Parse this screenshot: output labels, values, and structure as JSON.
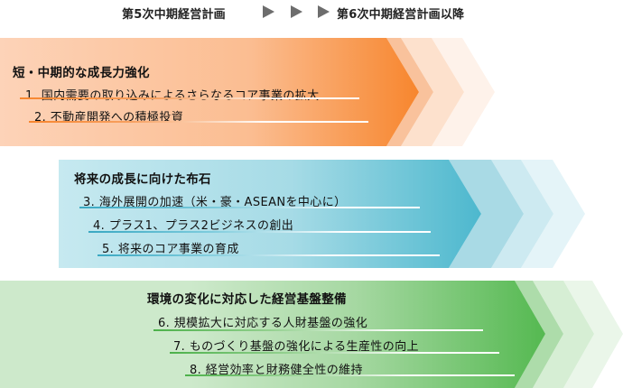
{
  "header": {
    "from_label": "第5次中期経営計画",
    "to_label": "第6次中期経営計画以降",
    "arrow_icon": "play-triangle-icon",
    "arrow_count": 3,
    "arrow_color": "#6d6d6d"
  },
  "sections": [
    {
      "title": "短・中期的な成長力強化",
      "color": "#f7943e",
      "light_color": "#fdd3b8",
      "items": [
        {
          "label": "1.  国内需要の取り込みによるさらなるコア事業の拡大"
        },
        {
          "label": "2.  不動産開発への積極投資"
        }
      ]
    },
    {
      "title": "将来の成長に向けた布石",
      "color": "#4dbad0",
      "light_color": "#bfe6ee",
      "items": [
        {
          "label": "3.  海外展開の加速（米・豪・ASEANを中心に）"
        },
        {
          "label": "4.  プラス1、プラス2ビジネスの創出"
        },
        {
          "label": "5.  将来のコア事業の育成"
        }
      ]
    },
    {
      "title": "環境の変化に対応した経営基盤整備",
      "color": "#5cbd5a",
      "light_color": "#cde9cb",
      "items": [
        {
          "label": "6.  規模拡大に対応する人財基盤の強化"
        },
        {
          "label": "7.  ものづくり基盤の強化による生産性の向上"
        },
        {
          "label": "8.  経営効率と財務健全性の維持"
        }
      ]
    }
  ]
}
